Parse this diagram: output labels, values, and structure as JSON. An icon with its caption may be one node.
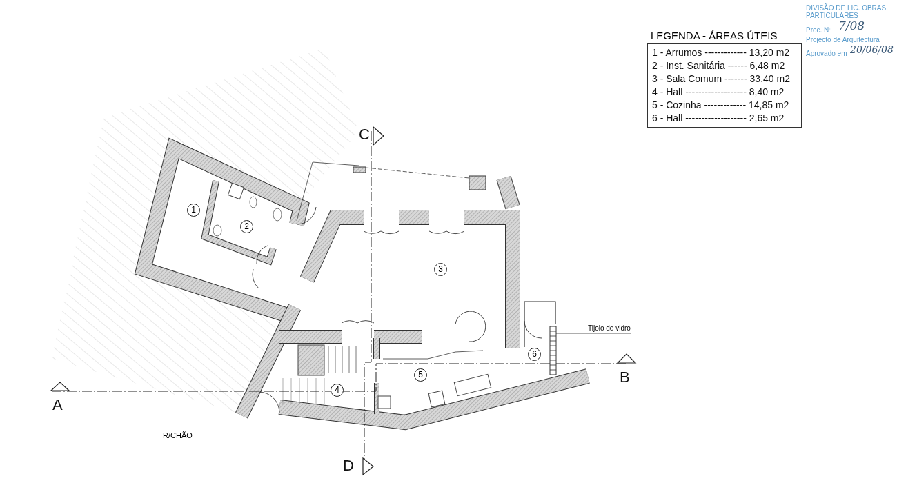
{
  "diagram": {
    "nodes": [
      {
        "text": [
          "Tijolo de vidro"
        ]
      },
      {
        "text": [],
        "shape": "bar"
      }
    ],
    "edges": [
      {
        "from": 0,
        "to": 1,
        "arrow": "none"
      }
    ],
    "labels": [
      "DIVISÃO DE LIC. OBRAS PARTICULARES",
      "Proc. Nº",
      "7/08",
      "Projecto de Arquitectura",
      "Aprovado em",
      "20/06/08",
      "LEGENDA - ÁREAS ÚTEIS",
      "1 - Arrumos ------------- 13,20 m2",
      "2 - Inst. Sanitária ------ 6,48 m2",
      "3 - Sala Comum ------- 33,40 m2",
      "4 - Hall ------------------- 8,40 m2",
      "5 - Cozinha ------------- 14,85 m2",
      "6 - Hall ------------------- 2,65 m2",
      "C",
      "1",
      "2",
      "3",
      "6",
      "5",
      "B",
      "4",
      "A",
      "R/CHÃO",
      "D"
    ]
  }
}
